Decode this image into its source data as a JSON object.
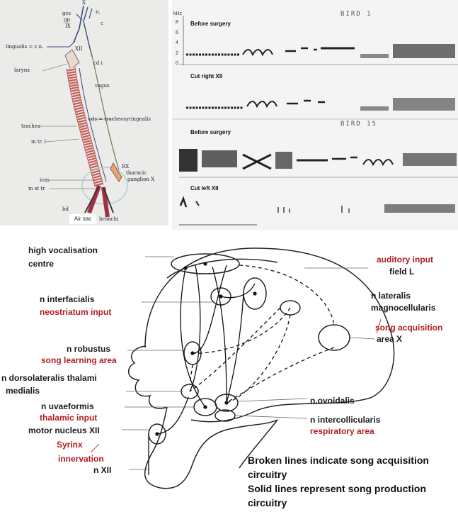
{
  "anatomy": {
    "labels": {
      "x_top": "X",
      "gcs": "gcs",
      "gp": "gp",
      "ix": "IX",
      "nn": "n.",
      "c": "c",
      "lingualis": "lingualis = c.n.",
      "xii": "XII",
      "larynx": "larynx",
      "cdi": "cd i",
      "vagus": "vagus",
      "cds": "cds = tracheosyringealis",
      "trachea": "trachea",
      "mtr": "m tr. l",
      "rx": "RX",
      "thoracic": "thoracic",
      "ganglion": "ganglion X",
      "icas": "icas",
      "mst": "m st tr",
      "bd": "bd",
      "bronchi": "bronchi",
      "airsac": "Air sac"
    }
  },
  "sonogram": {
    "khz": "kHz",
    "ticks": [
      "8",
      "6",
      "4",
      "2",
      "0"
    ],
    "bird1_title": "BIRD 1",
    "bird15_title": "BIRD 15",
    "panels": {
      "p1": "Before surgery",
      "p2": "Cut right XII",
      "p3": "Before surgery",
      "p4": "Cut left XII"
    }
  },
  "brain": {
    "labels": {
      "hvc1": "high vocalisation",
      "hvc2": "centre",
      "interfacialis": "n interfacialis",
      "neostriatum": "neostriatum input",
      "robustus": "n robustus",
      "song_learning": "song learning area",
      "dorso1": "n dorsolateralis thalami",
      "dorso2": "medialis",
      "uvaeformis": "n uvaeformis",
      "thalamic": "thalamic input",
      "motor": "motor nucleus XII",
      "syrinx1": "Syrinx",
      "syrinx2": "innervation",
      "nxii": "n XII",
      "auditory": "auditory input",
      "fieldl": "field L",
      "lateralis1": "n lateralis",
      "lateralis2": "magnocellularis",
      "song_acq": "song acquisition",
      "areax": "area X",
      "ovoidalis": "n.ovoidalis",
      "intercoll": "n intercollicularis",
      "respiratory": "respiratory area"
    },
    "note": {
      "line1": "Broken lines indicate song acquisition",
      "line2": "circuitry",
      "line3": "Solid lines represent song production",
      "line4": "circuitry"
    }
  },
  "colors": {
    "red_label": "#b11e23",
    "trachea": "#c0605a",
    "vessel": "#4a5a8a"
  }
}
